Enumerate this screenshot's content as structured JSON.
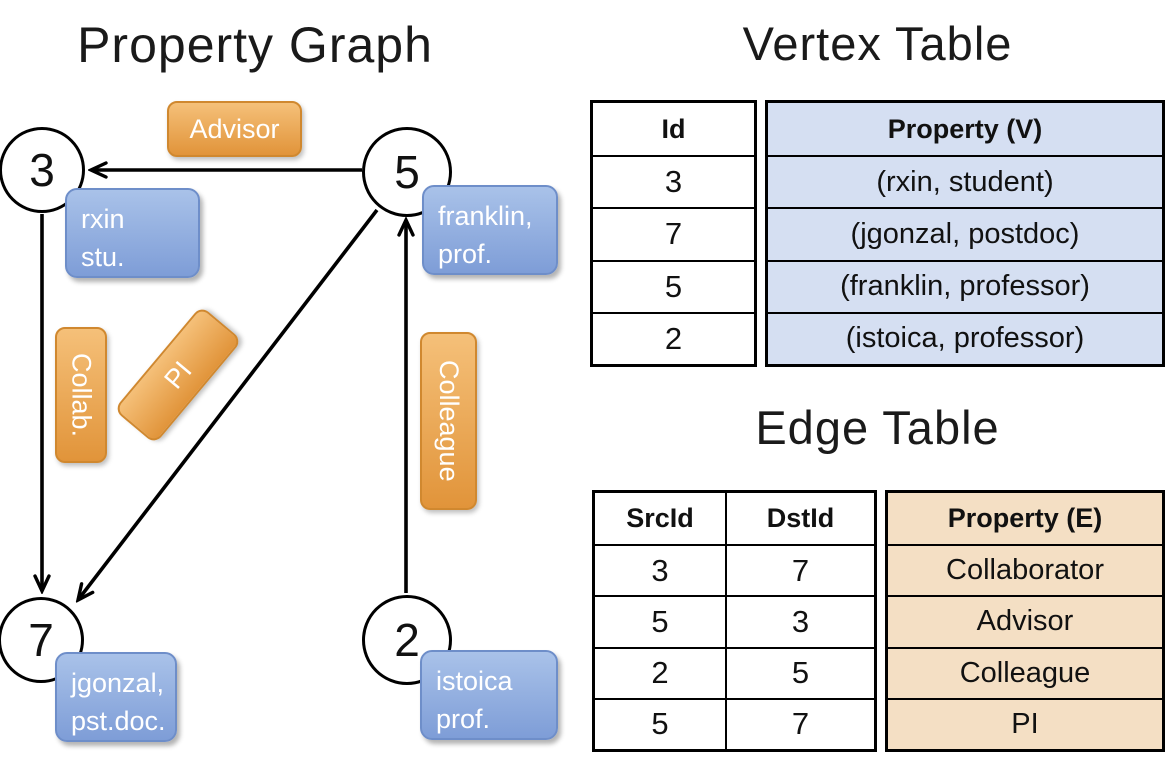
{
  "graph": {
    "title": "Property Graph",
    "nodes": [
      {
        "id": "3",
        "property_line1": "rxin",
        "property_line2": "stu."
      },
      {
        "id": "5",
        "property_line1": "franklin,",
        "property_line2": "prof."
      },
      {
        "id": "7",
        "property_line1": "jgonzal,",
        "property_line2": "pst.doc."
      },
      {
        "id": "2",
        "property_line1": "istoica",
        "property_line2": "prof."
      }
    ],
    "edge_labels": {
      "advisor": "Advisor",
      "collab": "Collab.",
      "pi": "PI",
      "colleague": "Colleague"
    },
    "edges": [
      {
        "src": "5",
        "dst": "3",
        "label": "Advisor"
      },
      {
        "src": "3",
        "dst": "7",
        "label": "Collab."
      },
      {
        "src": "5",
        "dst": "7",
        "label": "PI"
      },
      {
        "src": "2",
        "dst": "5",
        "label": "Colleague"
      }
    ]
  },
  "vertex_table": {
    "title": "Vertex Table",
    "headers": {
      "id": "Id",
      "property": "Property (V)"
    },
    "rows": [
      {
        "id": "3",
        "property": "(rxin, student)"
      },
      {
        "id": "7",
        "property": "(jgonzal, postdoc)"
      },
      {
        "id": "5",
        "property": "(franklin, professor)"
      },
      {
        "id": "2",
        "property": "(istoica, professor)"
      }
    ]
  },
  "edge_table": {
    "title": "Edge Table",
    "headers": {
      "src": "SrcId",
      "dst": "DstId",
      "property": "Property (E)"
    },
    "rows": [
      {
        "src": "3",
        "dst": "7",
        "property": "Collaborator"
      },
      {
        "src": "5",
        "dst": "3",
        "property": "Advisor"
      },
      {
        "src": "2",
        "dst": "5",
        "property": "Colleague"
      },
      {
        "src": "5",
        "dst": "7",
        "property": "PI"
      }
    ]
  },
  "colors": {
    "vertex_fill_top": "#a9c2e9",
    "vertex_fill_bottom": "#7e9dd7",
    "vertex_border": "#6e8ec9",
    "edge_fill_top": "#f5c079",
    "edge_fill_bottom": "#e1943a",
    "edge_border": "#d0882f",
    "vertex_table_cell": "#d5dff2",
    "edge_table_cell": "#f4dfc4",
    "line": "#000000"
  }
}
